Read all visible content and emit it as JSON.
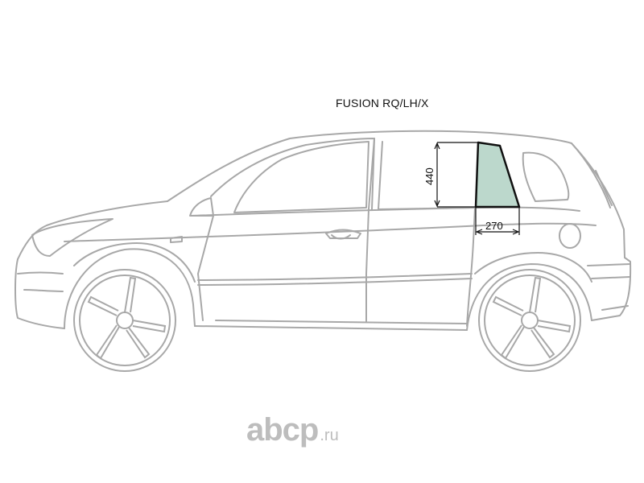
{
  "title": "FUSION RQ/LH/X",
  "dimensions": {
    "height": "440",
    "width": "270"
  },
  "logo": {
    "main": "abcp",
    "suffix": ".ru"
  },
  "colors": {
    "outline": "#a8a8a8",
    "glass_fill": "#bcd8cc",
    "glass_stroke": "#111111",
    "logo": "#bdbdbd"
  }
}
